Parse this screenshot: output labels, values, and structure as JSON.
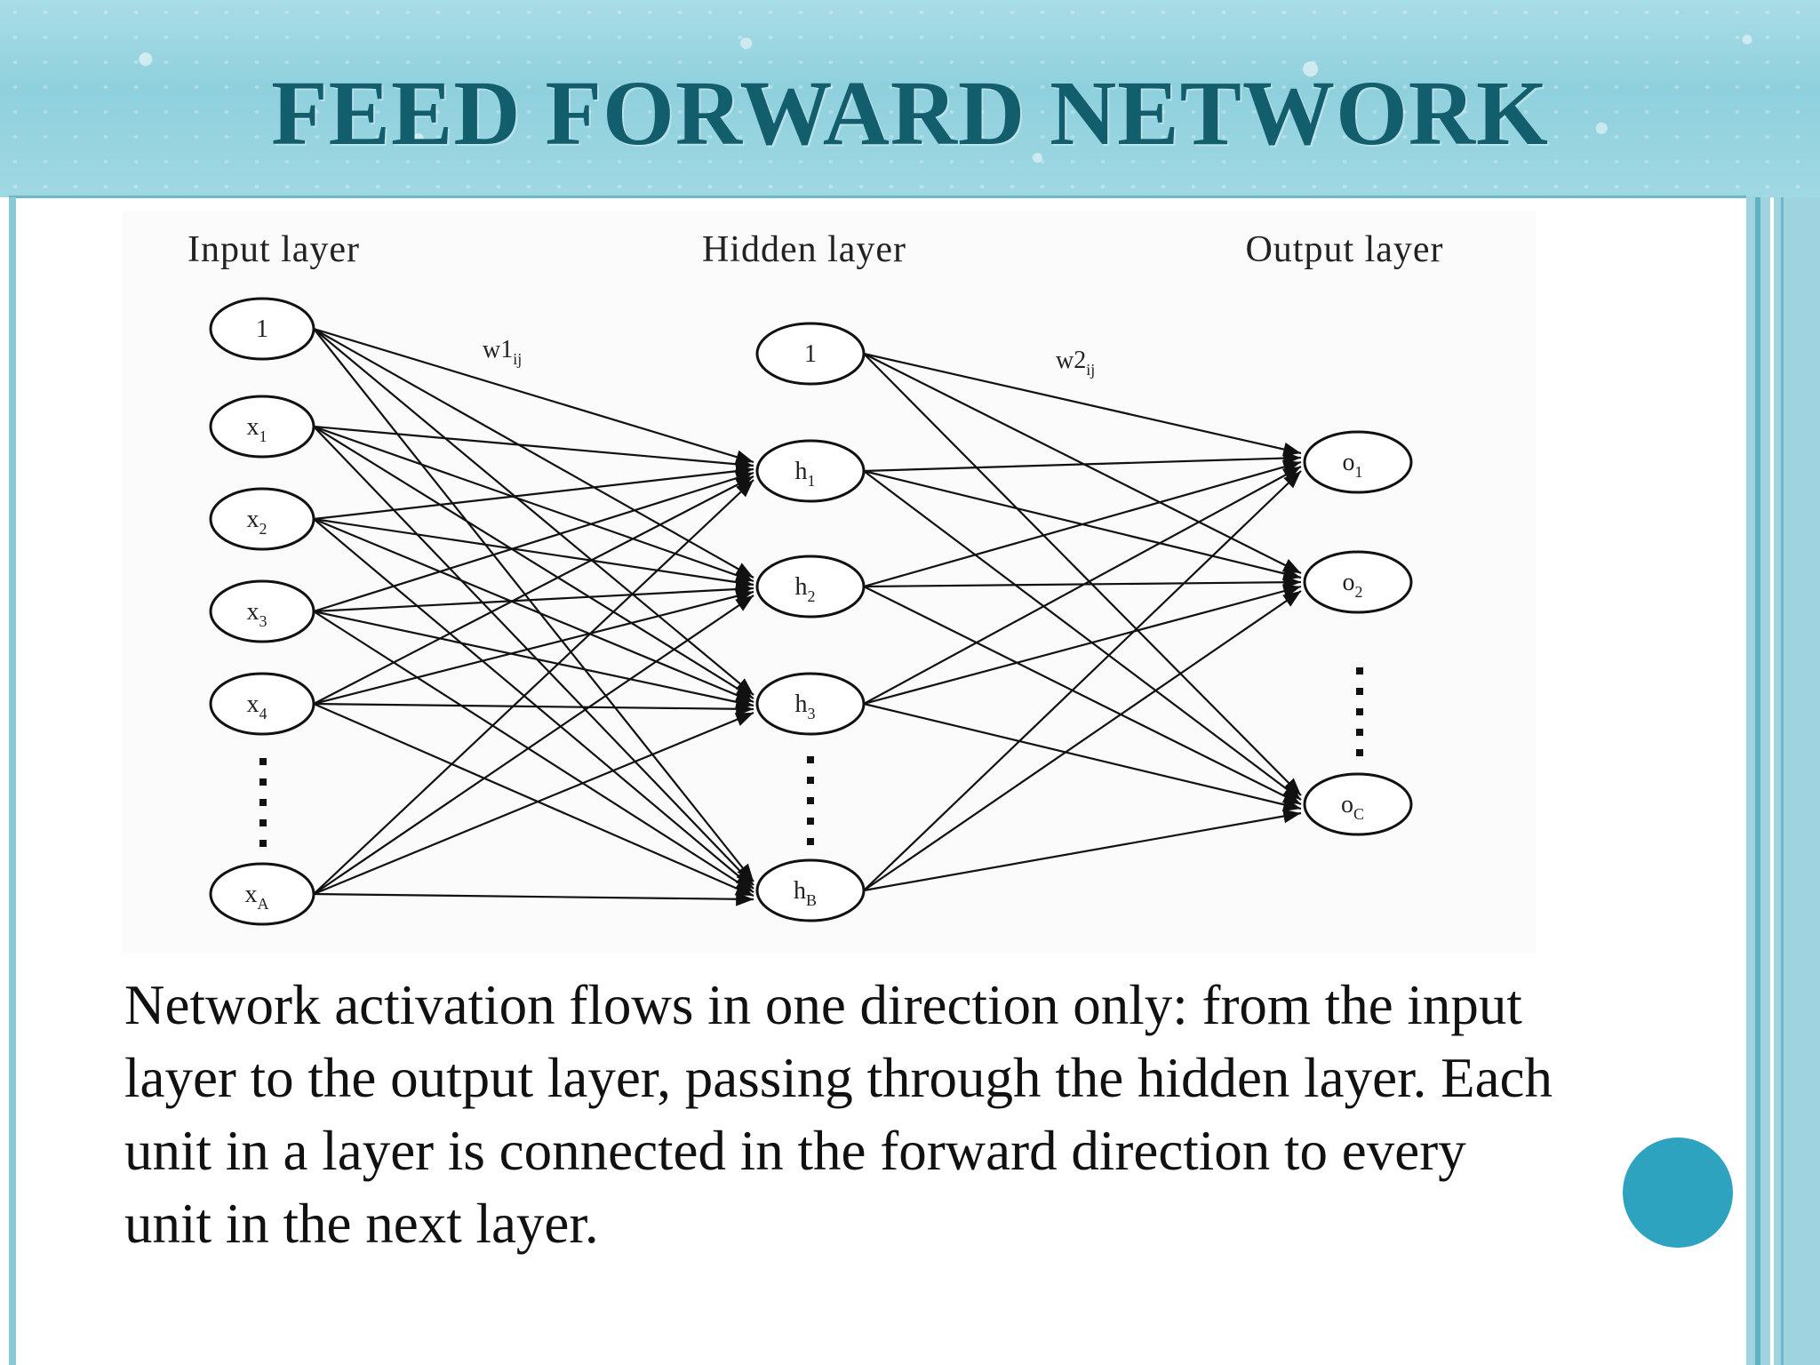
{
  "title": "FEED FORWARD NETWORK",
  "colors": {
    "title": "#135e6d",
    "header_band": "#9fd8e3",
    "accent_circle": "#2ea3bf",
    "frame": "#8bc9d6"
  },
  "diagram": {
    "layers": {
      "input": {
        "label": "Input layer",
        "nodes": [
          {
            "main": "1",
            "sub": ""
          },
          {
            "main": "x",
            "sub": "1"
          },
          {
            "main": "x",
            "sub": "2"
          },
          {
            "main": "x",
            "sub": "3"
          },
          {
            "main": "x",
            "sub": "4"
          },
          {
            "main": "x",
            "sub": "A"
          }
        ]
      },
      "hidden": {
        "label": "Hidden layer",
        "nodes": [
          {
            "main": "1",
            "sub": ""
          },
          {
            "main": "h",
            "sub": "1"
          },
          {
            "main": "h",
            "sub": "2"
          },
          {
            "main": "h",
            "sub": "3"
          },
          {
            "main": "h",
            "sub": "B"
          }
        ]
      },
      "output": {
        "label": "Output layer",
        "nodes": [
          {
            "main": "o",
            "sub": "1"
          },
          {
            "main": "o",
            "sub": "2"
          },
          {
            "main": "o",
            "sub": "C"
          }
        ]
      }
    },
    "weights": {
      "w1": {
        "main": "w1",
        "sub": "ij"
      },
      "w2": {
        "main": "w2",
        "sub": "ij"
      }
    }
  },
  "body_text": "Network activation flows in one direction only: from the input layer to the output layer, passing through the hidden layer. Each unit in a layer is connected in the forward direction to every unit in the next layer."
}
